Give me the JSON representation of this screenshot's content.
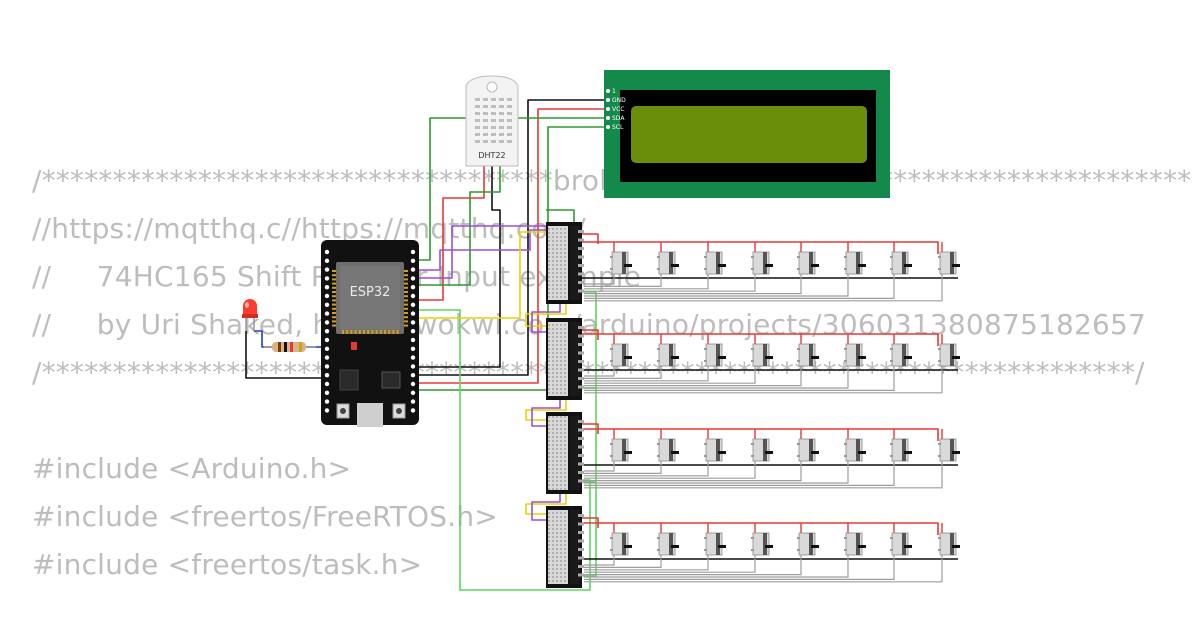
{
  "code_lines": [
    "/************************************brokerQ*************************************",
    "//https://mqtthq.c//https://mqtthq.com/",
    "//     74HC165 Shift Register Input example",
    "//     by Uri Shaked, https://wokwi.com/arduino/projects/306031380875182657",
    "/*****************************************************************************/",
    "",
    "#include <Arduino.h>",
    "#include <freertos/FreeRTOS.h>",
    "#include <freertos/task.h>"
  ],
  "esp32": {
    "label": "ESP32"
  },
  "dht22": {
    "label": "DHT22"
  },
  "lcd": {
    "pins": [
      "1",
      "GND",
      "VCC",
      "SDA",
      "SCL"
    ]
  },
  "colors": {
    "wire_red": "#e53935",
    "wire_black": "#111111",
    "wire_green": "#2e9b2e",
    "wire_lightgreen": "#5cd65c",
    "wire_yellow": "#e8d400",
    "wire_purple": "#9c4fd6",
    "wire_gray": "#9e9e9e",
    "wire_blue": "#1e3fd0",
    "lcd_board": "#138a4c",
    "lcd_screen": "#6b8e0a",
    "code_text": "#bdbdbd"
  }
}
